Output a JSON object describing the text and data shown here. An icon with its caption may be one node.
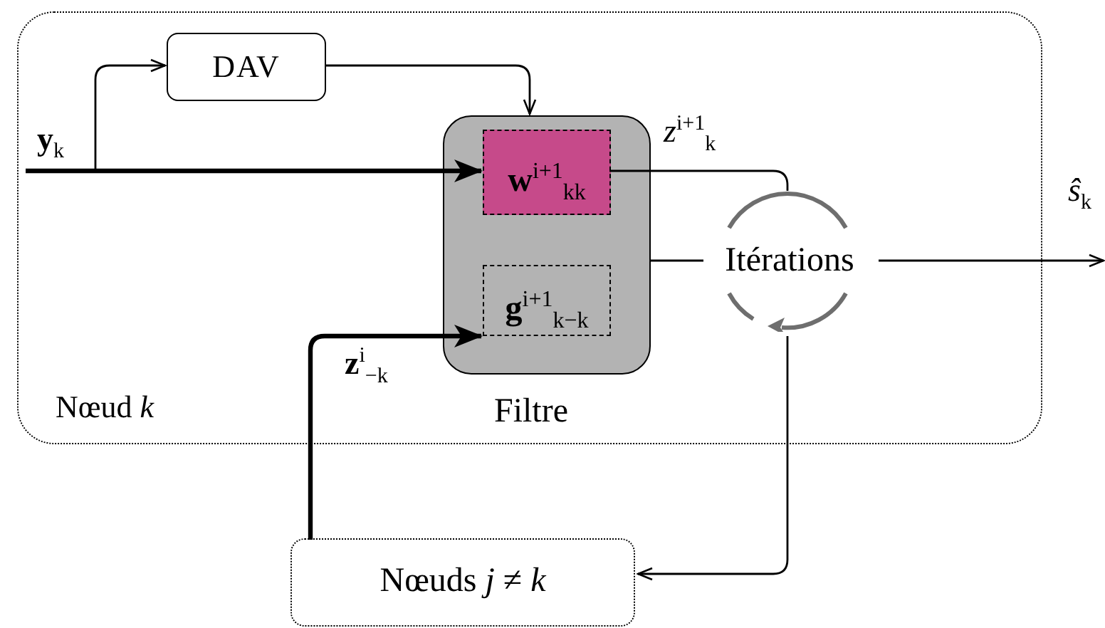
{
  "diagram": {
    "nodes": [
      {
        "text": [
          "Nœud *k*"
        ]
      },
      {
        "text": [
          "DAV"
        ],
        "in": 0
      },
      {
        "text": [
          "Filtre"
        ],
        "in": 0
      },
      {
        "text": [
          "**w**$^{i+1}$$_{kk}$"
        ],
        "in": 2
      },
      {
        "text": [
          "**g**$^{i+1}$$_{k−k}$"
        ],
        "in": 2
      },
      {
        "text": [
          "Itérations"
        ],
        "in": 0
      },
      {
        "text": [
          "Nœuds *j* ≠ *k*"
        ]
      }
    ],
    "edges": [
      {
        "from": null,
        "to": 3,
        "arrow": "to",
        "style": "thick",
        "label": "**y**$_{k}$"
      },
      {
        "from": null,
        "to": 1,
        "arrow": "to"
      },
      {
        "from": 1,
        "to": 2,
        "arrow": "to"
      },
      {
        "from": 3,
        "to": 5,
        "arrow": "none",
        "label": "*z*$^{i+1}$$_{k}$"
      },
      {
        "from": 2,
        "to": 5,
        "arrow": "none"
      },
      {
        "from": 5,
        "to": null,
        "arrow": "to",
        "label": "*ŝ*$_{k}$"
      },
      {
        "from": 5,
        "to": 6,
        "arrow": "to"
      },
      {
        "from": 6,
        "to": 4,
        "arrow": "to",
        "style": "thick",
        "label": "**z**$^{i}$$_{−k}$"
      }
    ]
  }
}
